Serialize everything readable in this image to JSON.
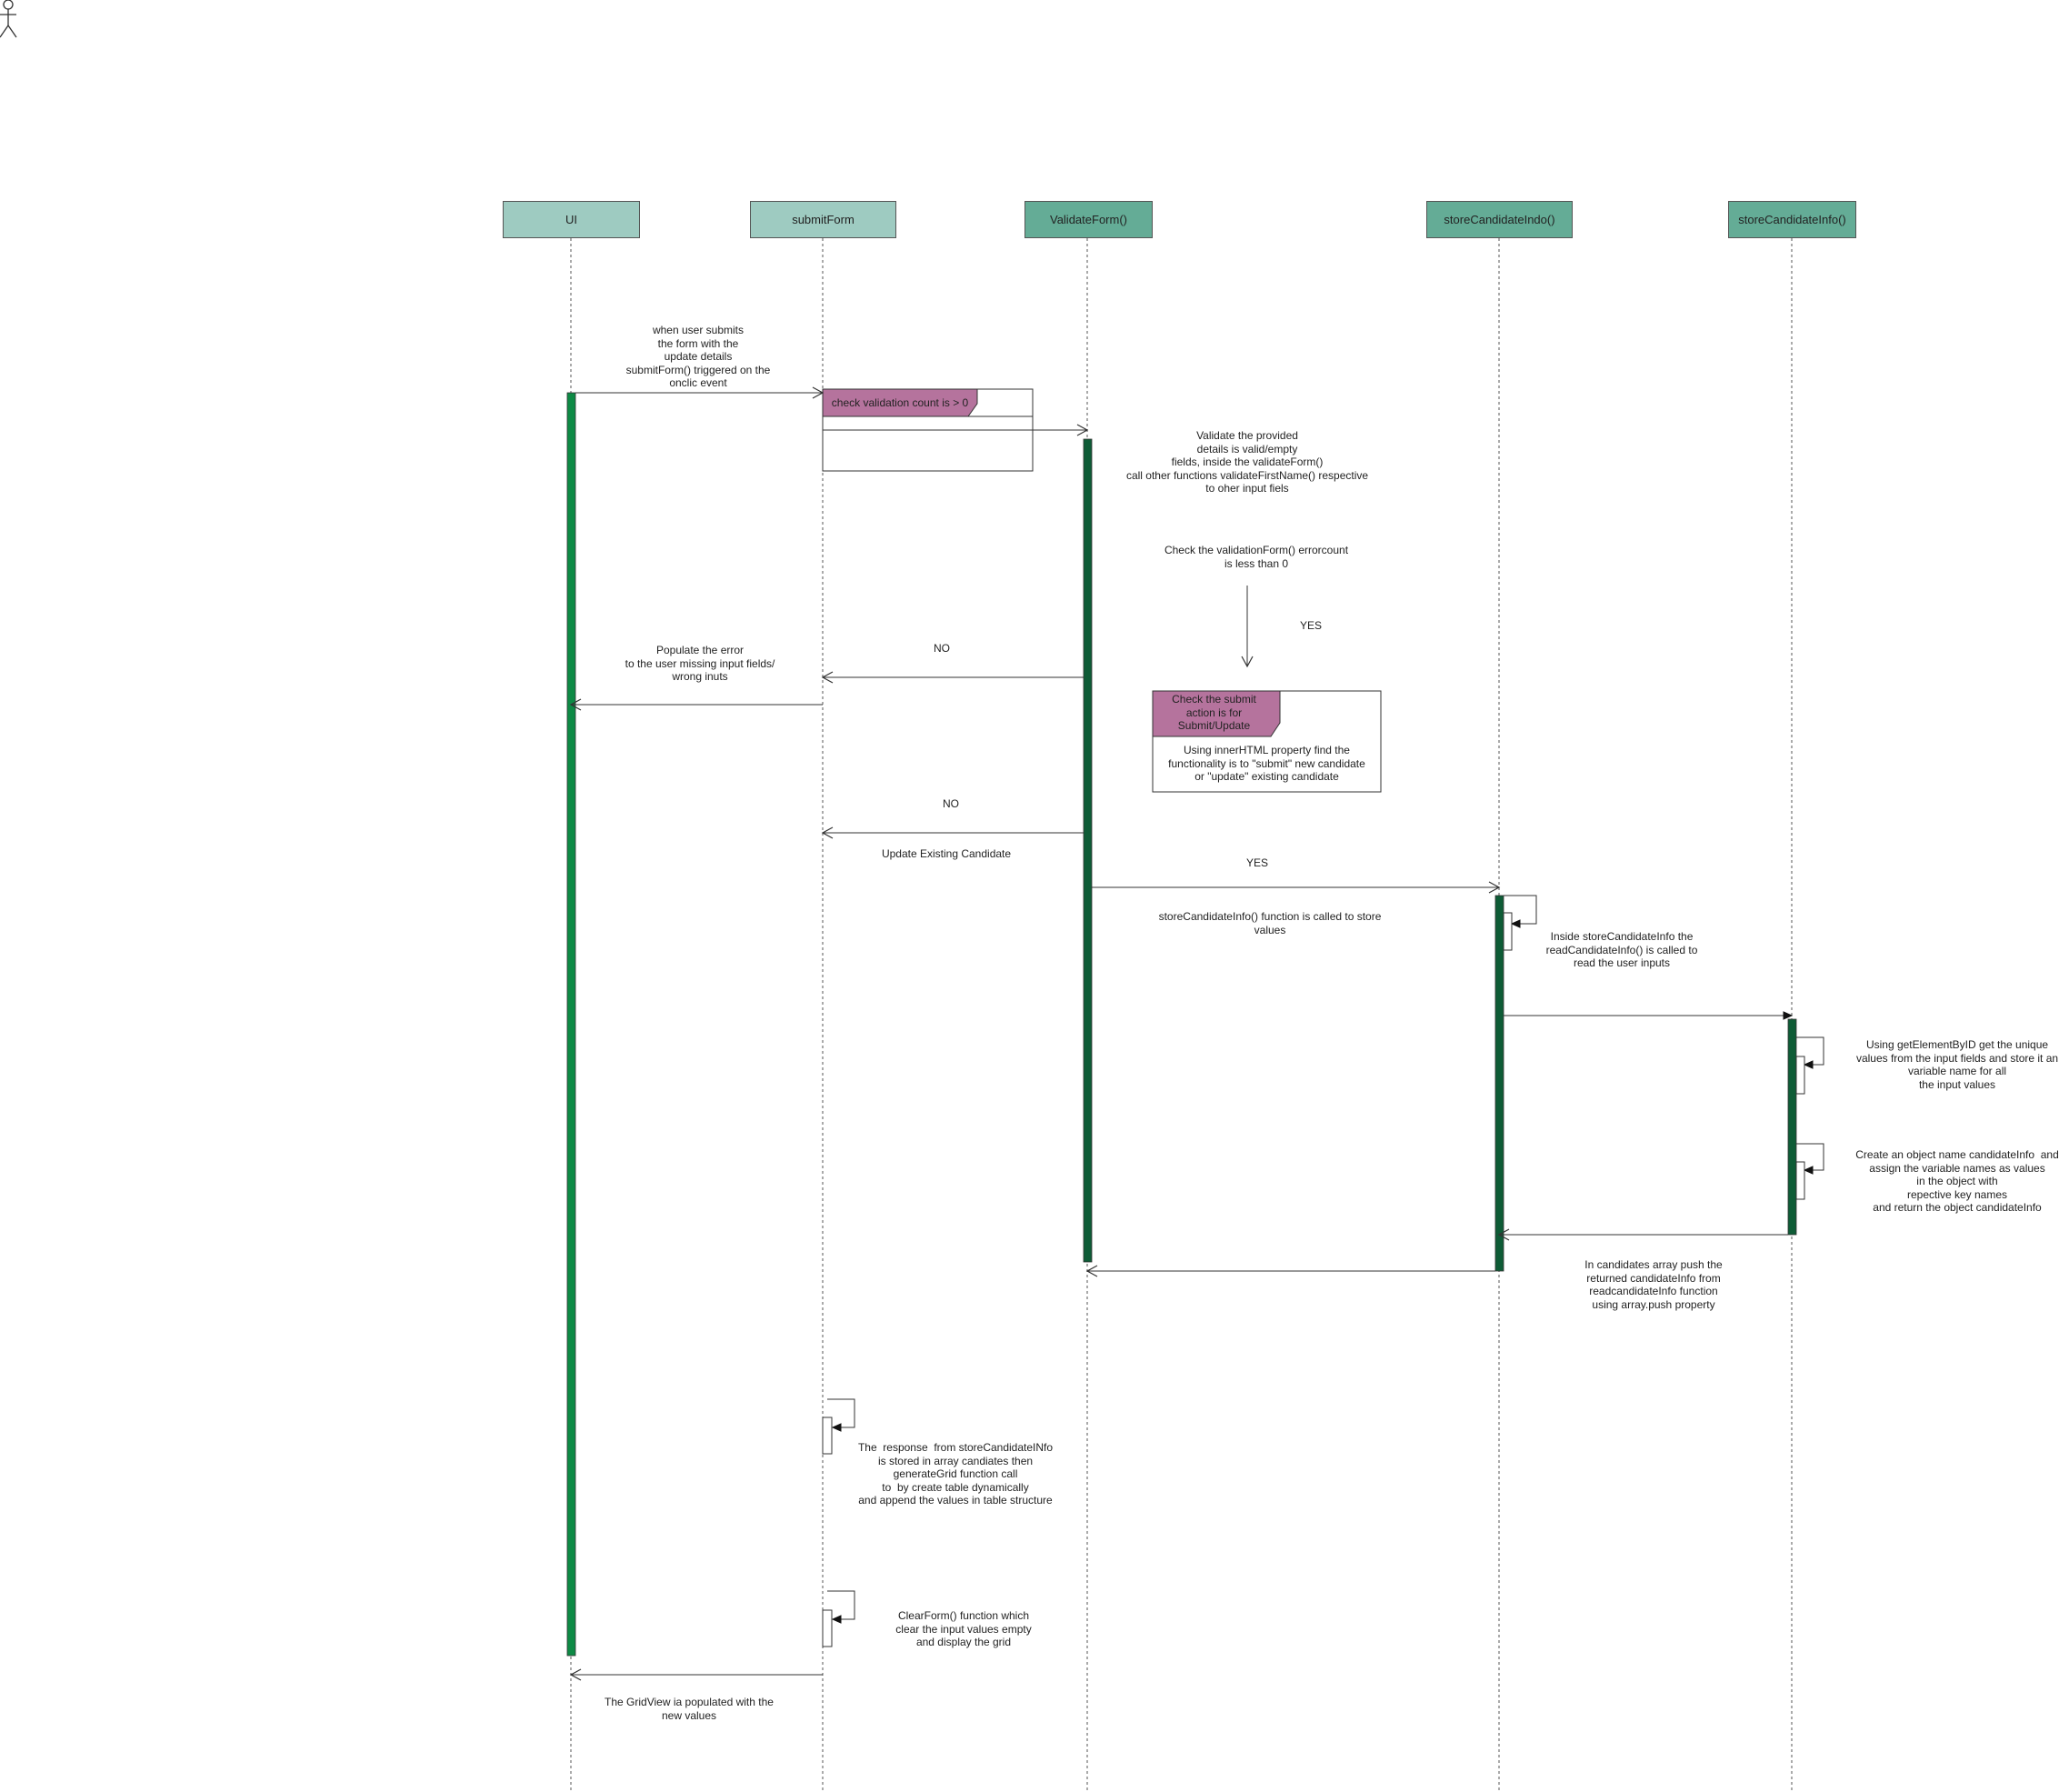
{
  "participants": [
    {
      "id": "ui",
      "label": "UI"
    },
    {
      "id": "submitform",
      "label": "submitForm"
    },
    {
      "id": "validateform",
      "label": "ValidateForm()"
    },
    {
      "id": "storecandidateindo",
      "label": "storeCandidateIndo()"
    },
    {
      "id": "storecandidateinfo",
      "label": "storeCandidateInfo()"
    }
  ],
  "fragments": {
    "validation_check": "check validation count is > 0",
    "submit_action_check": "Check the submit\naction is for\nSubmit/Update",
    "submit_action_body": "Using innerHTML property find the\nfunctionality is to \"submit\" new candidate\nor \"update\" existing candidate"
  },
  "notes": {
    "user_submits": "when user submits\nthe form with the\nupdate details\nsubmitForm() triggered on the\nonclic event",
    "validate_details": "Validate the provided\ndetails is valid/empty\nfields, inside the validateForm()\ncall other functions validateFirstName() respective\nto oher input fiels",
    "check_errorcount": "Check the validationForm() errorcount\nis less than 0",
    "yes_1": "YES",
    "no_1": "NO",
    "populate_error": "Populate the error\nto the user missing input fields/\nwrong inuts",
    "no_2": "NO",
    "update_existing": "Update Existing Candidate",
    "yes_2": "YES",
    "store_called": "storeCandidateInfo() function is called to store\nvalues",
    "inside_store": "Inside storeCandidateInfo the\nreadCandidateInfo() is called to\nread the user inputs",
    "get_element_by_id": "Using getElementByID get the unique\nvalues from the input fields and store it an\nvariable name for all\nthe input values",
    "create_object": "Create an object name candidateInfo  and\nassign the variable names as values\nin the object with\nrepective key names\nand return the object candidateInfo",
    "push_array": "In candidates array push the\nreturned candidateInfo from\nreadcandidateInfo function\nusing array.push property",
    "response_stored": "The  response  from storeCandidateINfo\nis stored in array candiates then\ngenerateGrid function call\nto  by create table dynamically\nand append the values in table structure",
    "clear_form": "ClearForm() function which\nclear the input values empty\nand display the grid",
    "gridview": "The GridView ia populated with the\nnew values"
  },
  "colors": {
    "participant_light": "#9ecbc1",
    "participant_dark": "#64ac96",
    "activation_bright": "#0d8a45",
    "activation_dark": "#0e5c36",
    "fragment_tag": "#b5739d"
  }
}
